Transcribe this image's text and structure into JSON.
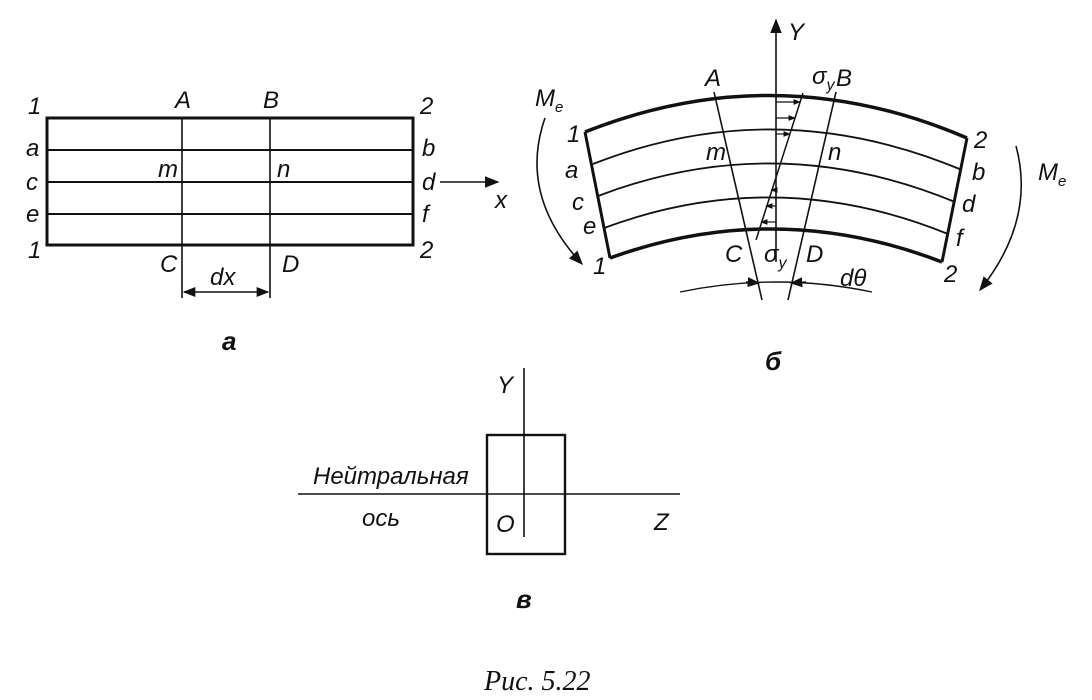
{
  "panel_a": {
    "corner_top_left": "1",
    "corner_bottom_left": "1",
    "corner_top_right": "2",
    "corner_bottom_right": "2",
    "left_labels": [
      "a",
      "c",
      "e"
    ],
    "right_labels": [
      "b",
      "d",
      "f"
    ],
    "top_labels": [
      "A",
      "B"
    ],
    "bottom_labels": [
      "C",
      "D"
    ],
    "mid_labels": [
      "m",
      "n"
    ],
    "dimension": "dx",
    "axis": "x",
    "caption": "а"
  },
  "panel_b": {
    "axis_y": "Y",
    "moment_left": "M",
    "moment_right": "M",
    "moment_sub": "e",
    "top_labels": [
      "A",
      "B"
    ],
    "bottom_labels": [
      "C",
      "D"
    ],
    "mid_labels": [
      "m",
      "n"
    ],
    "left_labels": [
      "1",
      "a",
      "c",
      "e",
      "1"
    ],
    "right_labels": [
      "2",
      "b",
      "d",
      "f",
      "2"
    ],
    "sigma_top": "σ",
    "sigma_bottom": "σ",
    "sigma_sub": "y",
    "angle": "dθ",
    "caption": "б"
  },
  "panel_c": {
    "axis_y": "Y",
    "axis_z": "Z",
    "origin": "O",
    "neutral_axis_line1": "Нейтральная",
    "neutral_axis_line2": "ось",
    "caption": "в"
  },
  "figure_caption": "Рис. 5.22"
}
